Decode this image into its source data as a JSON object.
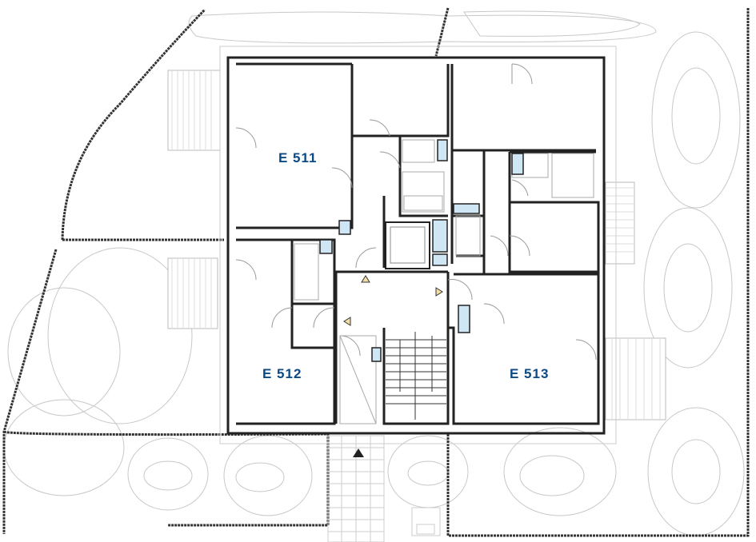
{
  "units": [
    {
      "id": "E 511"
    },
    {
      "id": "E 512"
    },
    {
      "id": "E 513"
    }
  ],
  "colors": {
    "wall": "#222222",
    "unit_label": "#0b4a86",
    "fixture_fill": "#cfe6f5",
    "marker_fill": "#f3dfa5",
    "contour": "#c8c8c8",
    "fence": "#333333"
  },
  "icons": [
    "entrance-arrow-icon",
    "orientation-marker-icon"
  ]
}
